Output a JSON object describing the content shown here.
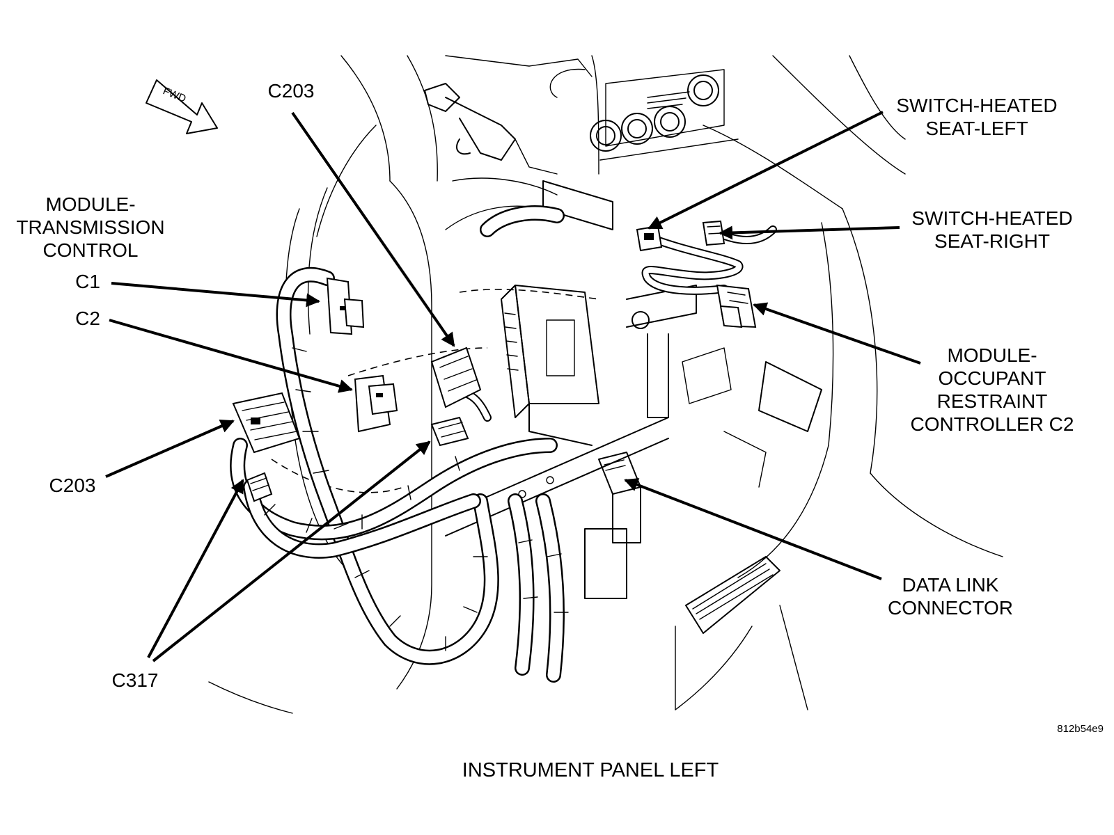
{
  "labels": {
    "c203_top": "C203",
    "fwd": "FWD",
    "module_tcm": [
      "MODULE-",
      "TRANSMISSION",
      "CONTROL"
    ],
    "c1": "C1",
    "c2": "C2",
    "c203_left": "C203",
    "c317": "C317",
    "switch_left": [
      "SWITCH-HEATED",
      "SEAT-LEFT"
    ],
    "switch_right": [
      "SWITCH-HEATED",
      "SEAT-RIGHT"
    ],
    "module_orc": [
      "MODULE-",
      "OCCUPANT",
      "RESTRAINT",
      "CONTROLLER C2"
    ],
    "dlc": [
      "DATA LINK",
      "CONNECTOR"
    ],
    "figure_code": "812b54e9",
    "caption": "INSTRUMENT PANEL LEFT"
  }
}
